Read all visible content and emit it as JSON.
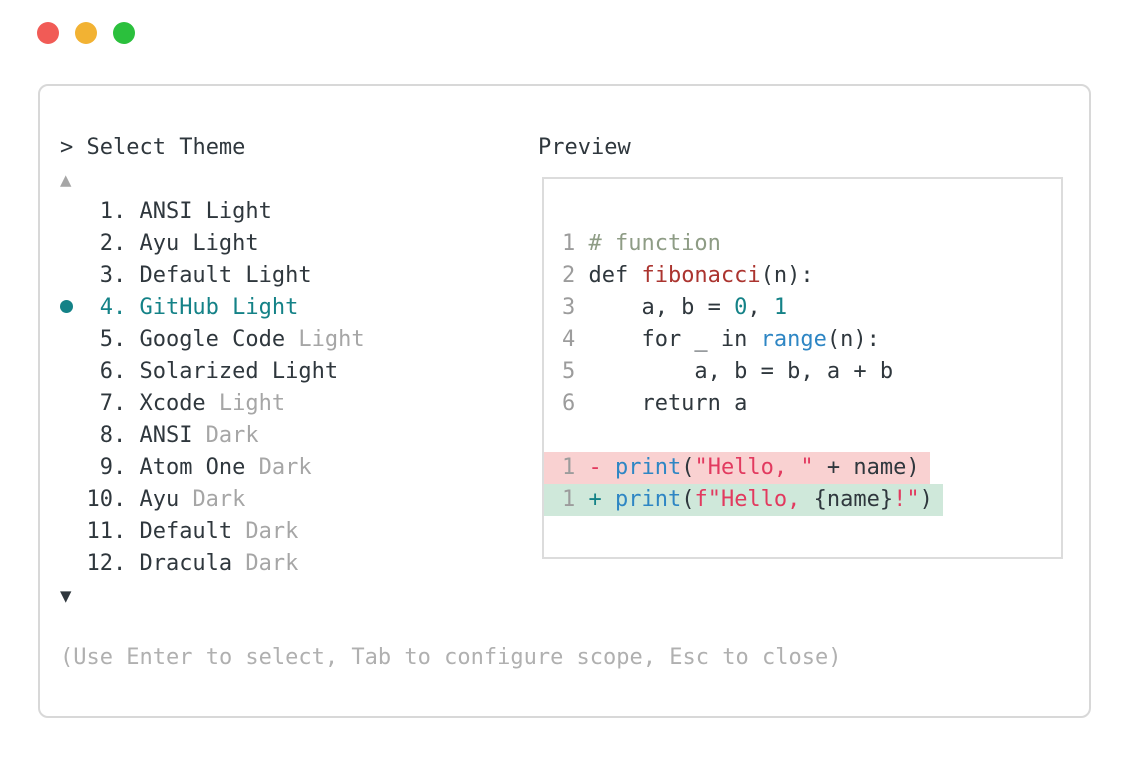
{
  "window": {
    "traffic_lights": [
      {
        "name": "close",
        "color": "#f15b56"
      },
      {
        "name": "minimize",
        "color": "#f2b233"
      },
      {
        "name": "zoom",
        "color": "#2bc03d"
      }
    ]
  },
  "panel": {
    "prompt": ">",
    "title": "Select Theme",
    "scroll_up": "▲",
    "scroll_down": "▼",
    "footer": "(Use Enter to select, Tab to configure scope, Esc to close)",
    "accent_color": "#148287",
    "dim_color": "#a6a6a6",
    "themes": [
      {
        "num": "1.",
        "label": "ANSI Light",
        "dim": "",
        "selected": false
      },
      {
        "num": "2.",
        "label": "Ayu Light",
        "dim": "",
        "selected": false
      },
      {
        "num": "3.",
        "label": "Default Light",
        "dim": "",
        "selected": false
      },
      {
        "num": "4.",
        "label": "GitHub Light",
        "dim": "",
        "selected": true
      },
      {
        "num": "5.",
        "label": "Google Code",
        "dim": "Light",
        "selected": false
      },
      {
        "num": "6.",
        "label": "Solarized Light",
        "dim": "",
        "selected": false
      },
      {
        "num": "7.",
        "label": "Xcode",
        "dim": "Light",
        "selected": false
      },
      {
        "num": "8.",
        "label": "ANSI",
        "dim": "Dark",
        "selected": false
      },
      {
        "num": "9.",
        "label": "Atom One",
        "dim": "Dark",
        "selected": false
      },
      {
        "num": "10.",
        "label": "Ayu",
        "dim": "Dark",
        "selected": false
      },
      {
        "num": "11.",
        "label": "Default",
        "dim": "Dark",
        "selected": false
      },
      {
        "num": "12.",
        "label": "Dracula",
        "dim": "Dark",
        "selected": false
      }
    ]
  },
  "preview": {
    "title": "Preview",
    "syntax_colors": {
      "text": "#2f373d",
      "comment": "#8e9c85",
      "function": "#ab342f",
      "number": "#148287",
      "builtin": "#2e86c4",
      "string": "#e23a5f",
      "line_number": "#9c9c9c",
      "diff_del_bg": "#f9d1d1",
      "diff_add_bg": "#cfe8da"
    },
    "lines": [
      {
        "num": "1",
        "tokens": [
          {
            "t": "# function",
            "c": "comment"
          }
        ]
      },
      {
        "num": "2",
        "tokens": [
          {
            "t": "def ",
            "c": "text"
          },
          {
            "t": "fibonacci",
            "c": "func"
          },
          {
            "t": "(n):",
            "c": "text"
          }
        ]
      },
      {
        "num": "3",
        "tokens": [
          {
            "t": "    a, b = ",
            "c": "text"
          },
          {
            "t": "0",
            "c": "num"
          },
          {
            "t": ", ",
            "c": "text"
          },
          {
            "t": "1",
            "c": "num"
          }
        ]
      },
      {
        "num": "4",
        "tokens": [
          {
            "t": "    for _ in ",
            "c": "text"
          },
          {
            "t": "range",
            "c": "builtin"
          },
          {
            "t": "(n):",
            "c": "text"
          }
        ]
      },
      {
        "num": "5",
        "tokens": [
          {
            "t": "        a, b = b, a + b",
            "c": "text"
          }
        ]
      },
      {
        "num": "6",
        "tokens": [
          {
            "t": "    return a",
            "c": "text"
          }
        ]
      },
      {
        "blank": true
      },
      {
        "num": "1",
        "diff": "del",
        "tokens": [
          {
            "t": "- ",
            "c": "string"
          },
          {
            "t": "print",
            "c": "builtin"
          },
          {
            "t": "(",
            "c": "text"
          },
          {
            "t": "\"Hello, \"",
            "c": "string"
          },
          {
            "t": " + name)",
            "c": "text"
          }
        ]
      },
      {
        "num": "1",
        "diff": "add",
        "tokens": [
          {
            "t": "+ ",
            "c": "accent"
          },
          {
            "t": "print",
            "c": "builtin"
          },
          {
            "t": "(",
            "c": "text"
          },
          {
            "t": "f\"Hello, ",
            "c": "string"
          },
          {
            "t": "{name}",
            "c": "text"
          },
          {
            "t": "!\"",
            "c": "string"
          },
          {
            "t": ")",
            "c": "text"
          }
        ]
      }
    ]
  }
}
